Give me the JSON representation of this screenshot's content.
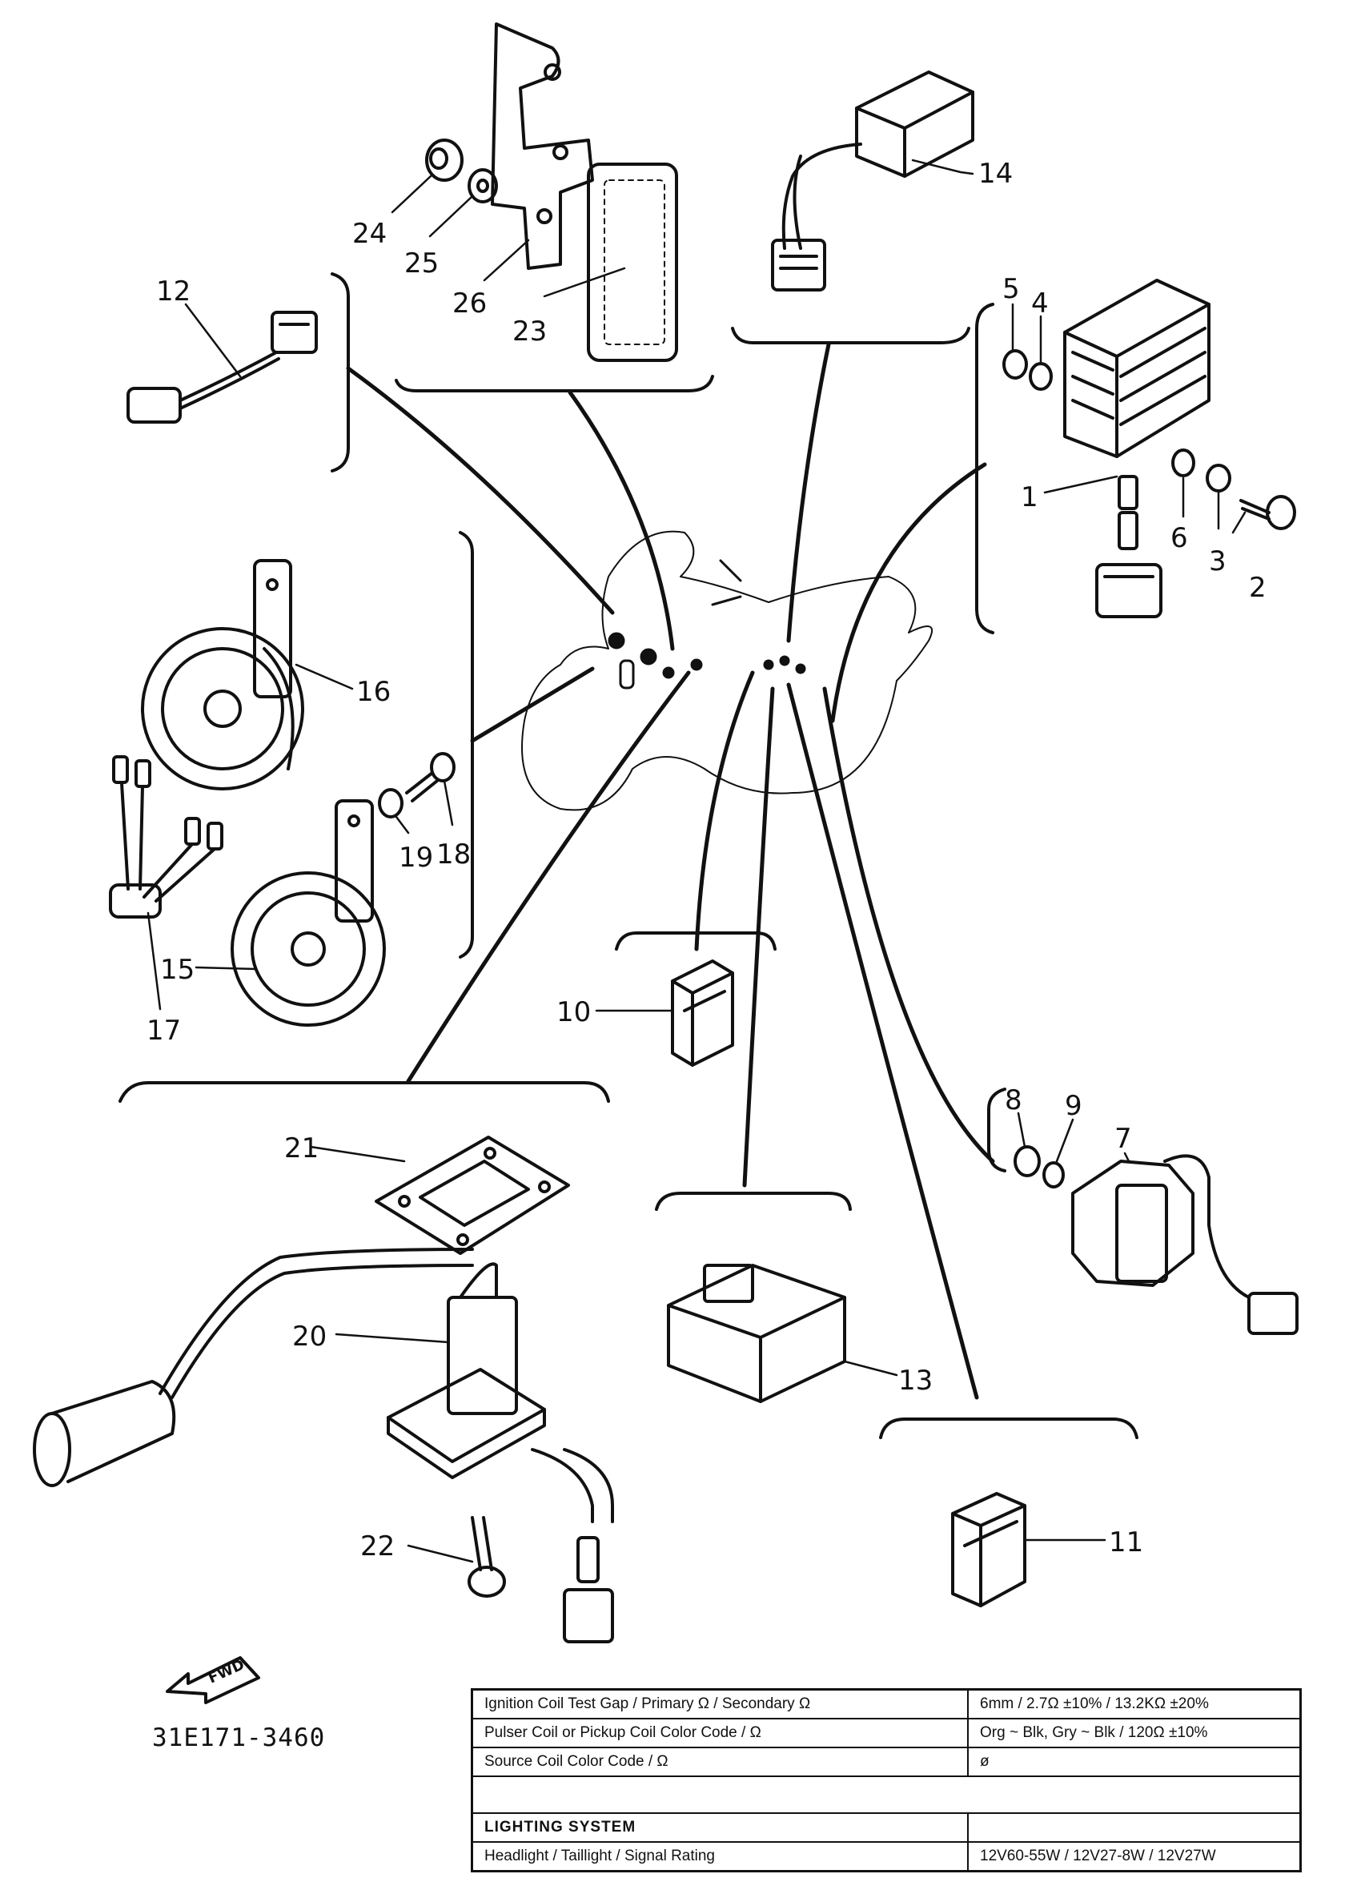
{
  "figure": {
    "drawing_code": "31E171-3460",
    "fwd_label": "FWD",
    "callouts": [
      "1",
      "2",
      "3",
      "4",
      "5",
      "6",
      "7",
      "8",
      "9",
      "10",
      "11",
      "12",
      "13",
      "14",
      "15",
      "16",
      "17",
      "18",
      "19",
      "20",
      "21",
      "22",
      "23",
      "24",
      "25",
      "26"
    ]
  },
  "spec_table": {
    "rows": [
      {
        "label": "Ignition Coil Test Gap / Primary Ω / Secondary Ω",
        "value": "6mm / 2.7Ω ±10% / 13.2KΩ ±20%"
      },
      {
        "label": "Pulser Coil or Pickup Coil Color Code / Ω",
        "value": "Org ~ Blk, Gry ~ Blk / 120Ω ±10%"
      },
      {
        "label": "Source Coil Color Code / Ω",
        "value": "ø"
      }
    ],
    "section_title": "LIGHTING SYSTEM",
    "lighting_rows": [
      {
        "label": "Headlight / Taillight / Signal Rating",
        "value": "12V60-55W / 12V27-8W / 12V27W"
      }
    ]
  }
}
